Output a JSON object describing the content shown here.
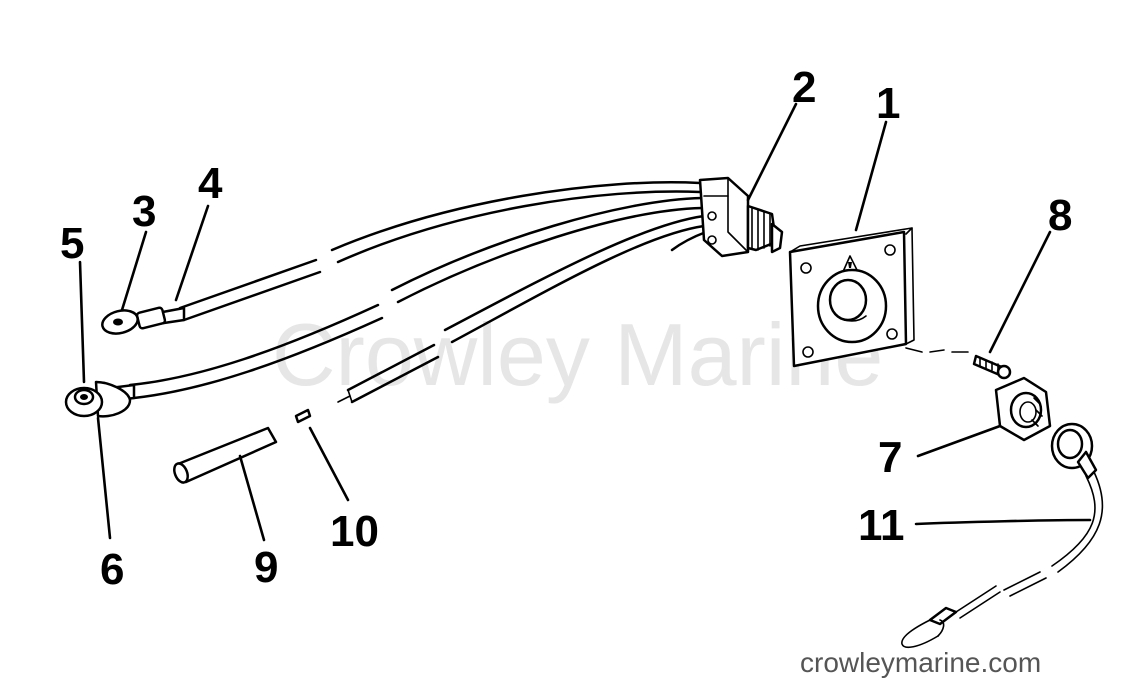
{
  "watermark": "Crowley Marine",
  "credit": "crowleymarine.com",
  "callouts": {
    "c1": "1",
    "c2": "2",
    "c3": "3",
    "c4": "4",
    "c5": "5",
    "c6": "6",
    "c7": "7",
    "c8": "8",
    "c9": "9",
    "c10": "10",
    "c11": "11"
  }
}
